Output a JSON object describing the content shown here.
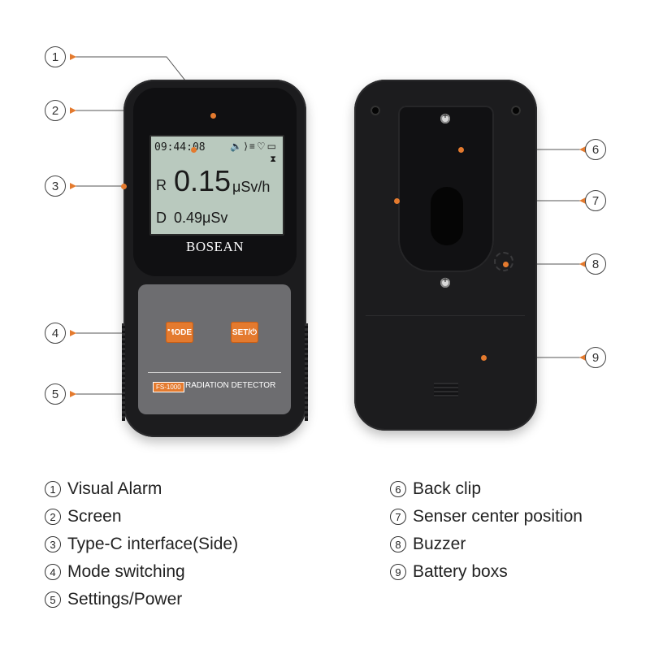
{
  "device_front": {
    "screen": {
      "time": "09:44:08",
      "status_icons": "🔈⟩≡♡▭",
      "rate_label": "R",
      "rate_value": "0.15",
      "rate_unit": "μSv/h",
      "dose_label": "D",
      "dose_value": "0.49μSv"
    },
    "brand": "BOSEAN",
    "mode_button_label": "MODE",
    "set_button_label": "SET/⏻",
    "model_tag": "FS-1000",
    "panel_title": "RADIATION DETECTOR"
  },
  "callouts": [
    {
      "number": "1"
    },
    {
      "number": "2"
    },
    {
      "number": "3"
    },
    {
      "number": "4"
    },
    {
      "number": "5"
    },
    {
      "number": "6"
    },
    {
      "number": "7"
    },
    {
      "number": "8"
    },
    {
      "number": "9"
    }
  ],
  "legend": [
    {
      "number": "1",
      "label": "Visual Alarm"
    },
    {
      "number": "2",
      "label": "Screen"
    },
    {
      "number": "3",
      "label": "Type-C interface(Side)"
    },
    {
      "number": "4",
      "label": "Mode switching"
    },
    {
      "number": "5",
      "label": "Settings/Power"
    },
    {
      "number": "6",
      "label": "Back clip"
    },
    {
      "number": "7",
      "label": "Senser center position"
    },
    {
      "number": "8",
      "label": "Buzzer"
    },
    {
      "number": "9",
      "label": "Battery boxs"
    }
  ],
  "colors": {
    "accent": "#e47a2e",
    "device_body": "#1c1c1e",
    "lcd_background": "#b9c9be"
  }
}
